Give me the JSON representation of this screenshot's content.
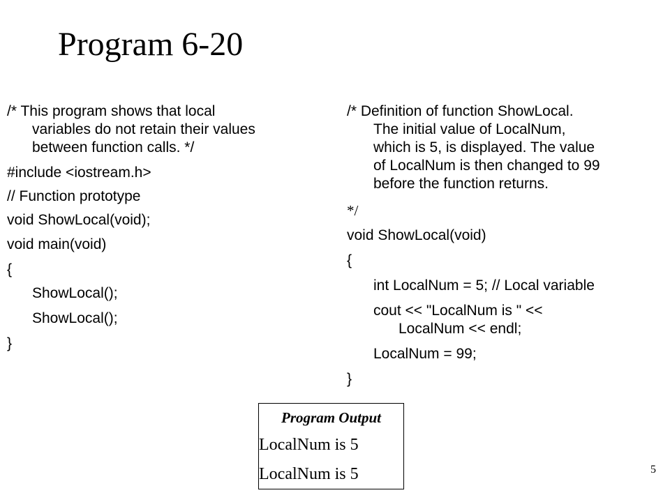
{
  "slide": {
    "title": "Program 6-20",
    "page_number": "5"
  },
  "left_code": {
    "comment_line1": "/* This program shows that local",
    "comment_line2": "variables do not retain their values",
    "comment_line3": "between function calls. */",
    "include": " #include <iostream.h>",
    "prototype_comment": "// Function prototype",
    "prototype": "void ShowLocal(void);",
    "main_signature": "void main(void)",
    "open_brace": "{",
    "call1": "ShowLocal();",
    "call2": "ShowLocal();",
    "close_brace": "}"
  },
  "right_code": {
    "comment_line1": "/* Definition of function ShowLocal.",
    "comment_line2": "The initial value of LocalNum,",
    "comment_line3": "which is 5, is displayed. The value",
    "comment_line4": "of LocalNum is then changed to 99",
    "comment_line5": "before the  function returns.",
    "comment_end": "*/",
    "signature": "void ShowLocal(void)",
    "open_brace": "{",
    "declaration": "int LocalNum = 5;  // Local variable",
    "cout_line1": "cout << \"LocalNum is \" <<",
    "cout_line2": "LocalNum << endl;",
    "assignment": "LocalNum = 99;",
    "close_brace": "}"
  },
  "output": {
    "heading": "Program Output",
    "line1": "LocalNum is 5",
    "line2": "LocalNum is 5"
  }
}
